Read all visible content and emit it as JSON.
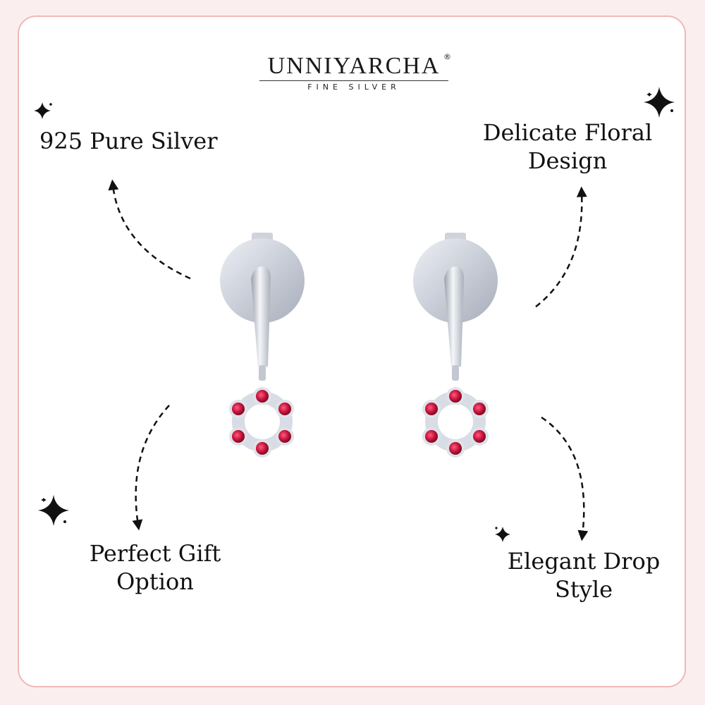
{
  "brand": {
    "name": "UNNIYARCHA",
    "registered_mark": "®",
    "tagline": "FINE SILVER"
  },
  "features": {
    "pure_silver": {
      "line1": "925 Pure Silver"
    },
    "floral_design": {
      "line1": "Delicate Floral",
      "line2": "Design"
    },
    "gift_option": {
      "line1": "Perfect Gift",
      "line2": "Option"
    },
    "drop_style": {
      "line1": "Elegant Drop",
      "line2": "Style"
    }
  },
  "icons": [
    "sparkle-icon",
    "arrow-icon",
    "earring-image"
  ],
  "colors": {
    "page_background": "#fbeeee",
    "card_border": "#f0b8b8",
    "text": "#111111",
    "silver": "#d7dbe3",
    "gem": "#c8143c"
  }
}
